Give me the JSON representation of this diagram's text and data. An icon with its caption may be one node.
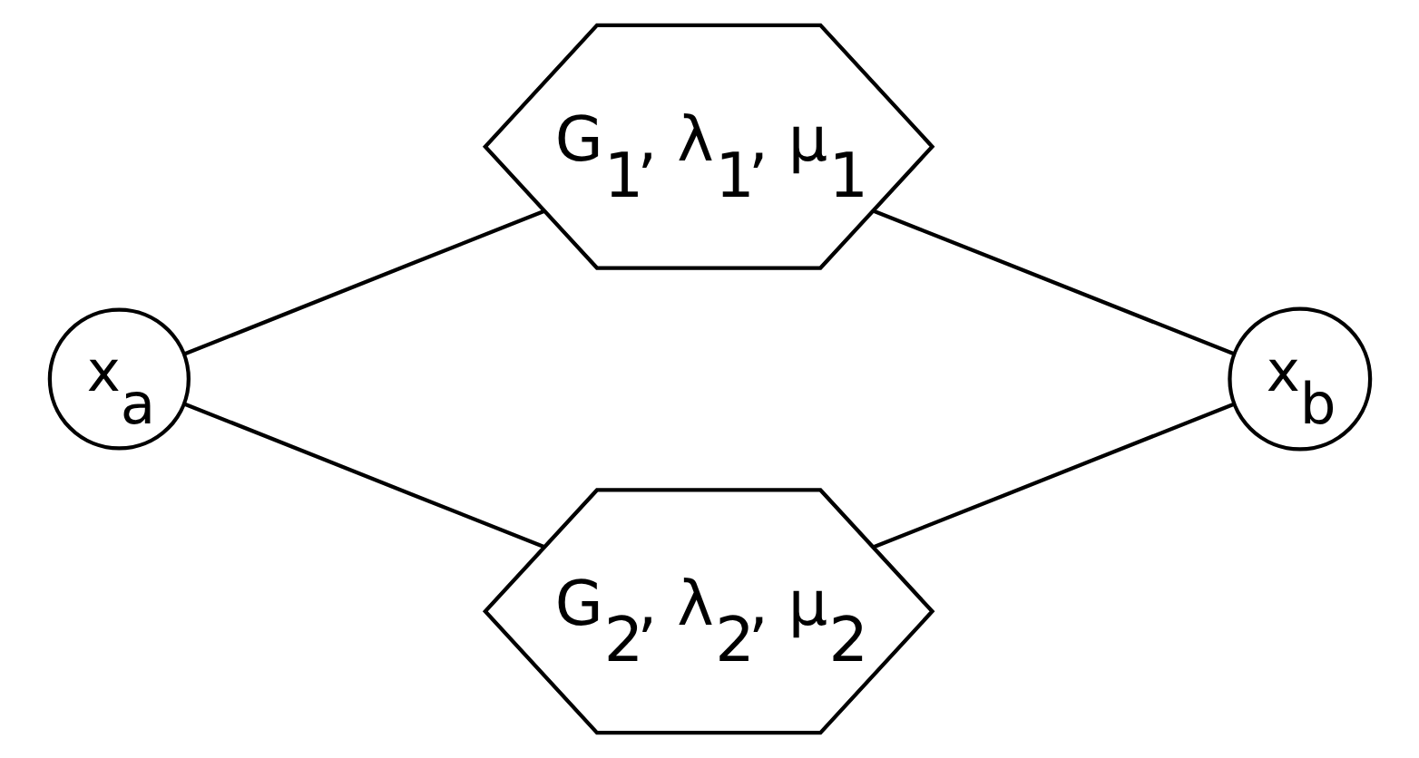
{
  "diagram": {
    "nodes": [
      {
        "text": [
          "x$_{a}$"
        ]
      },
      {
        "text": [
          "G$_{1}$, λ$_{1}$, μ$_{1}$"
        ]
      },
      {
        "text": [
          "G$_{2}$, λ$_{2}$, μ$_{2}$"
        ]
      },
      {
        "text": [
          "x$_{b}$"
        ]
      }
    ],
    "edges": [
      {
        "from": 0,
        "to": 1,
        "arrow": "none"
      },
      {
        "from": 0,
        "to": 2,
        "arrow": "none"
      },
      {
        "from": 1,
        "to": 3,
        "arrow": "none"
      },
      {
        "from": 2,
        "to": 3,
        "arrow": "none"
      }
    ]
  }
}
